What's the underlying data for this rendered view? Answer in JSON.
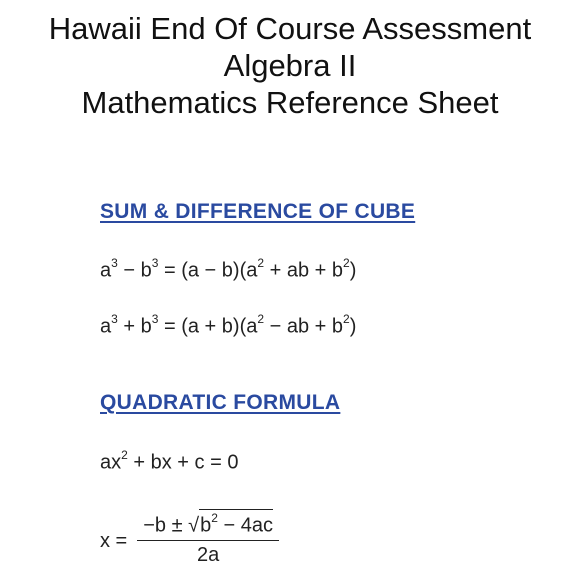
{
  "title": {
    "line1": "Hawaii End Of Course Assessment",
    "line2": "Algebra II",
    "line3": "Mathematics Reference Sheet"
  },
  "cube_section": {
    "heading": "SUM & DIFFERENCE OF CUBE",
    "difference": {
      "a": "a",
      "exp3a": "3",
      "op1": " − ",
      "b": "b",
      "exp3b": "3",
      "rhs1": " = (a − b)(a",
      "exp2a": "2",
      "rhs2": " + ab + b",
      "exp2b": "2",
      "rhs3": ")"
    },
    "sum": {
      "a": "a",
      "exp3a": "3",
      "op1": " + ",
      "b": "b",
      "exp3b": "3",
      "rhs1": " = (a + b)(a",
      "exp2a": "2",
      "rhs2": " − ab + b",
      "exp2b": "2",
      "rhs3": ")"
    }
  },
  "quadratic_section": {
    "heading": "QUADRATIC FORMULA",
    "standard_form": {
      "part1": "ax",
      "exp": "2",
      "part2": " + bx + c = 0"
    },
    "formula": {
      "lhs": "x =",
      "num_prefix": "−b ± √",
      "rad_b": "b",
      "rad_exp": "2",
      "rad_rest": " − 4ac",
      "denominator": "2a"
    }
  },
  "colors": {
    "heading": "#2a4aa0",
    "text": "#111111"
  }
}
